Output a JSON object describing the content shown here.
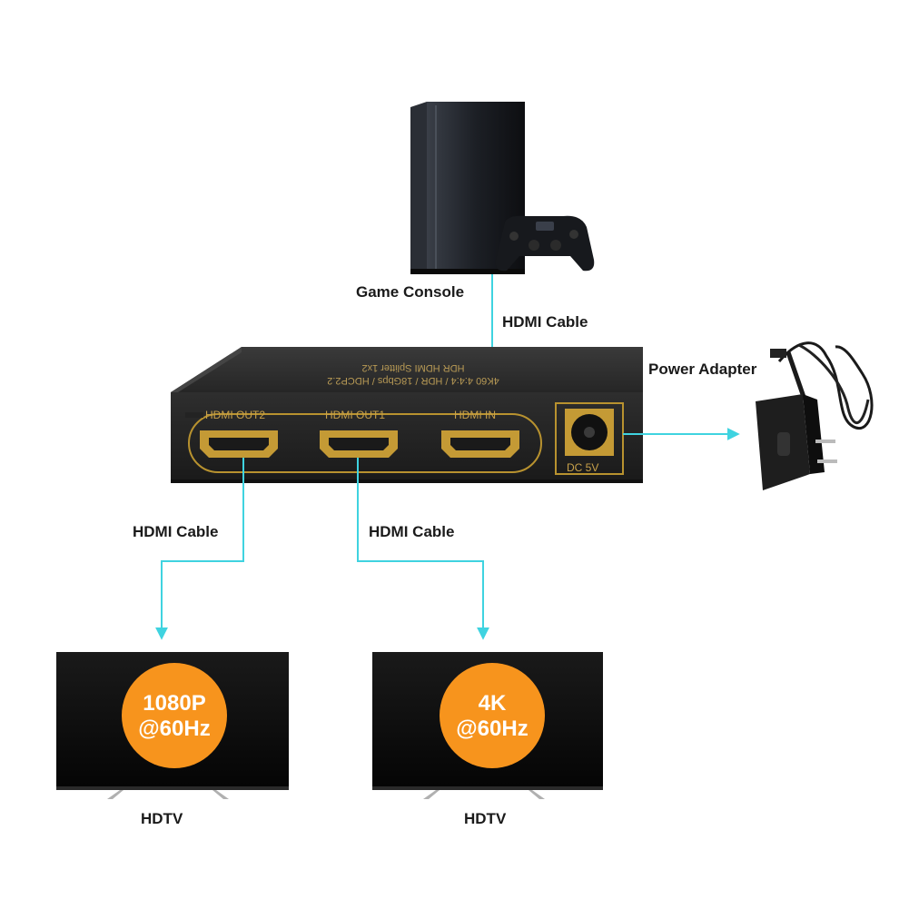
{
  "labels": {
    "game_console": "Game Console",
    "hdmi_cable_in": "HDMI Cable",
    "power_adapter": "Power Adapter",
    "hdmi_cable_out2": "HDMI Cable",
    "hdmi_cable_out1": "HDMI Cable",
    "hdtv_left": "HDTV",
    "hdtv_right": "HDTV"
  },
  "splitter": {
    "top_text": "HDR HDMI Splitter 1x2",
    "top_subtext": "4K60 4:4:4 / HDR / 18Gbps / HDCP2.2",
    "ports": [
      "HDMI OUT2",
      "HDMI OUT1",
      "HDMI IN"
    ],
    "power_port": "DC 5V"
  },
  "tv_left": {
    "badge_line1": "1080P",
    "badge_line2": "@60Hz"
  },
  "tv_right": {
    "badge_line1": "4K",
    "badge_line2": "@60Hz"
  },
  "colors": {
    "cable": "#3fd3e0",
    "badge": "#f7941d",
    "device_body": "#2b2b2b",
    "gold": "#b8922f"
  }
}
